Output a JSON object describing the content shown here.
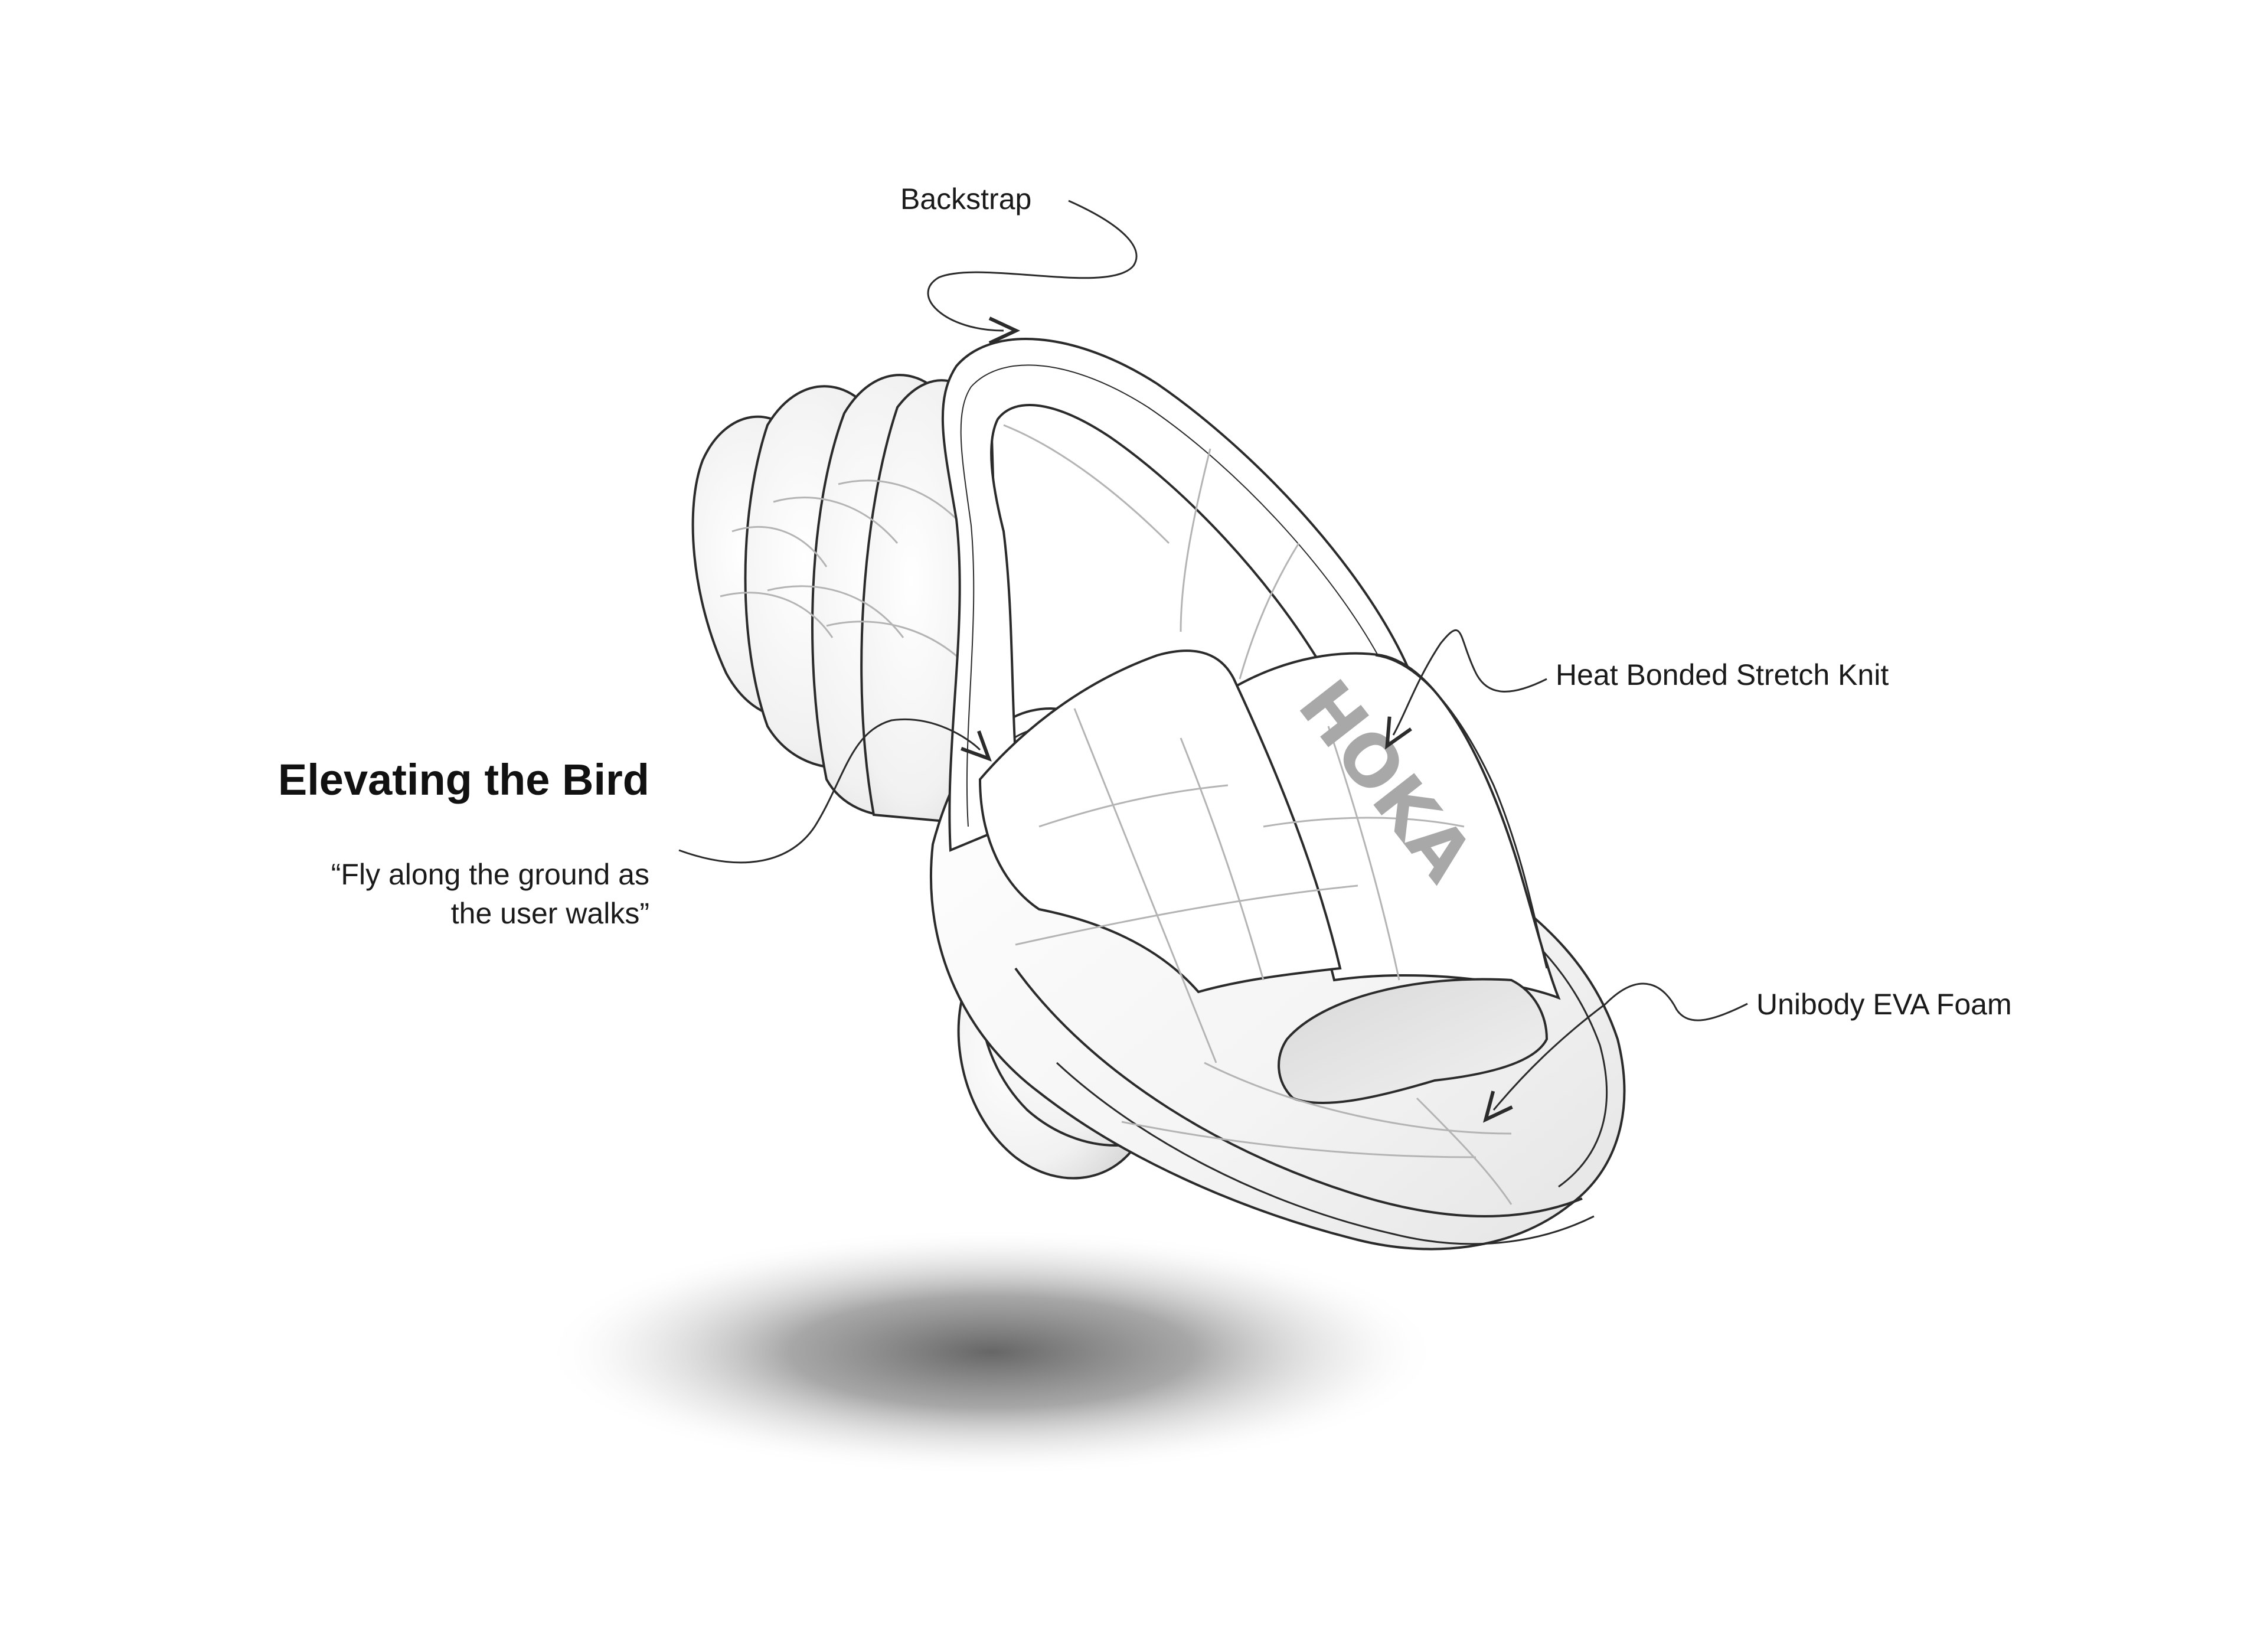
{
  "heading": {
    "title": "Elevating the Bird",
    "quote_line1": "“Fly along the ground as",
    "quote_line2": "the user walks”"
  },
  "callouts": {
    "backstrap": "Backstrap",
    "knit": "Heat Bonded Stretch Knit",
    "foam": "Unibody EVA Foam"
  },
  "product": {
    "logo": "HOKA",
    "drawing": "slide-sandal-sketch"
  },
  "colors": {
    "ink": "#1a1a1a",
    "sketch_line": "#2b2b2b",
    "construction_line": "#b4b4b4",
    "logo_grey": "#a8a8a8",
    "shadow": "#6e6e6e"
  }
}
